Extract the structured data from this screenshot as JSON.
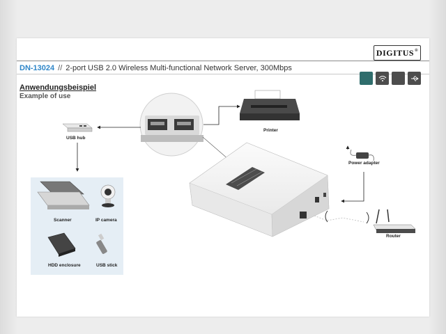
{
  "brand": {
    "logo_text": "DIGITUS"
  },
  "product": {
    "code": "DN-13024",
    "separator": "//",
    "description": "2-port USB 2.0 Wireless Multi-functional Network Server, 300Mbps"
  },
  "section": {
    "heading_de": "Anwendungsbeispiel",
    "heading_en": "Example of use"
  },
  "labels": {
    "usb_hub": "USB hub",
    "printer": "Printer",
    "power_adapter": "Power adapter",
    "router": "Router",
    "scanner": "Scanner",
    "ip_camera": "IP camera",
    "hdd_enclosure": "HDD enclosure",
    "usb_stick": "USB stick"
  },
  "colors": {
    "accent": "#2f86c8",
    "text": "#222222"
  }
}
